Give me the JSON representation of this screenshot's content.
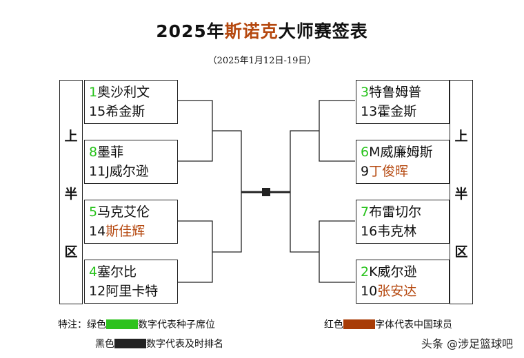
{
  "title": {
    "prefix": "2025年",
    "highlight": "斯诺克",
    "suffix": "大师赛签表"
  },
  "subtitle": "（2025年1月12日-19日）",
  "half_label": [
    "上",
    "半",
    "区"
  ],
  "left": [
    {
      "top": {
        "seed": "1",
        "name": "奥沙利文",
        "china": false
      },
      "bottom": {
        "seed": "15",
        "name": "希金斯",
        "china": false
      }
    },
    {
      "top": {
        "seed": "8",
        "name": "墨菲",
        "china": false
      },
      "bottom": {
        "seed": "11",
        "name": "J威尔逊",
        "china": false
      }
    },
    {
      "top": {
        "seed": "5",
        "name": "马克艾伦",
        "china": false
      },
      "bottom": {
        "seed": "14",
        "name": "斯佳辉",
        "china": true
      }
    },
    {
      "top": {
        "seed": "4",
        "name": "塞尔比",
        "china": false
      },
      "bottom": {
        "seed": "12",
        "name": "阿里卡特",
        "china": false
      }
    }
  ],
  "right": [
    {
      "top": {
        "seed": "3",
        "name": "特鲁姆普",
        "china": false
      },
      "bottom": {
        "seed": "13",
        "name": "霍金斯",
        "china": false
      }
    },
    {
      "top": {
        "seed": "6",
        "name": "M威廉姆斯",
        "china": false
      },
      "bottom": {
        "seed": "9",
        "name": "丁俊晖",
        "china": true
      }
    },
    {
      "top": {
        "seed": "7",
        "name": "布雷切尔",
        "china": false
      },
      "bottom": {
        "seed": "16",
        "name": "韦克林",
        "china": false
      }
    },
    {
      "top": {
        "seed": "2",
        "name": "K威尔逊",
        "china": false
      },
      "bottom": {
        "seed": "10",
        "name": "张安达",
        "china": true
      }
    }
  ],
  "notes": {
    "prefix": "特注：",
    "green_label": "绿色",
    "green_text": "数字代表种子席位",
    "black_label": "黑色",
    "black_text": "数字代表及时排名",
    "red_label": "红色",
    "red_text": "字体代表中国球员"
  },
  "watermark": "头条 @涉足篮球吧",
  "colors": {
    "seed_green": "#26c21a",
    "china_red": "#b5480f",
    "swatch_green": "#2ec21e",
    "swatch_black": "#222222",
    "swatch_red": "#a83c06"
  }
}
